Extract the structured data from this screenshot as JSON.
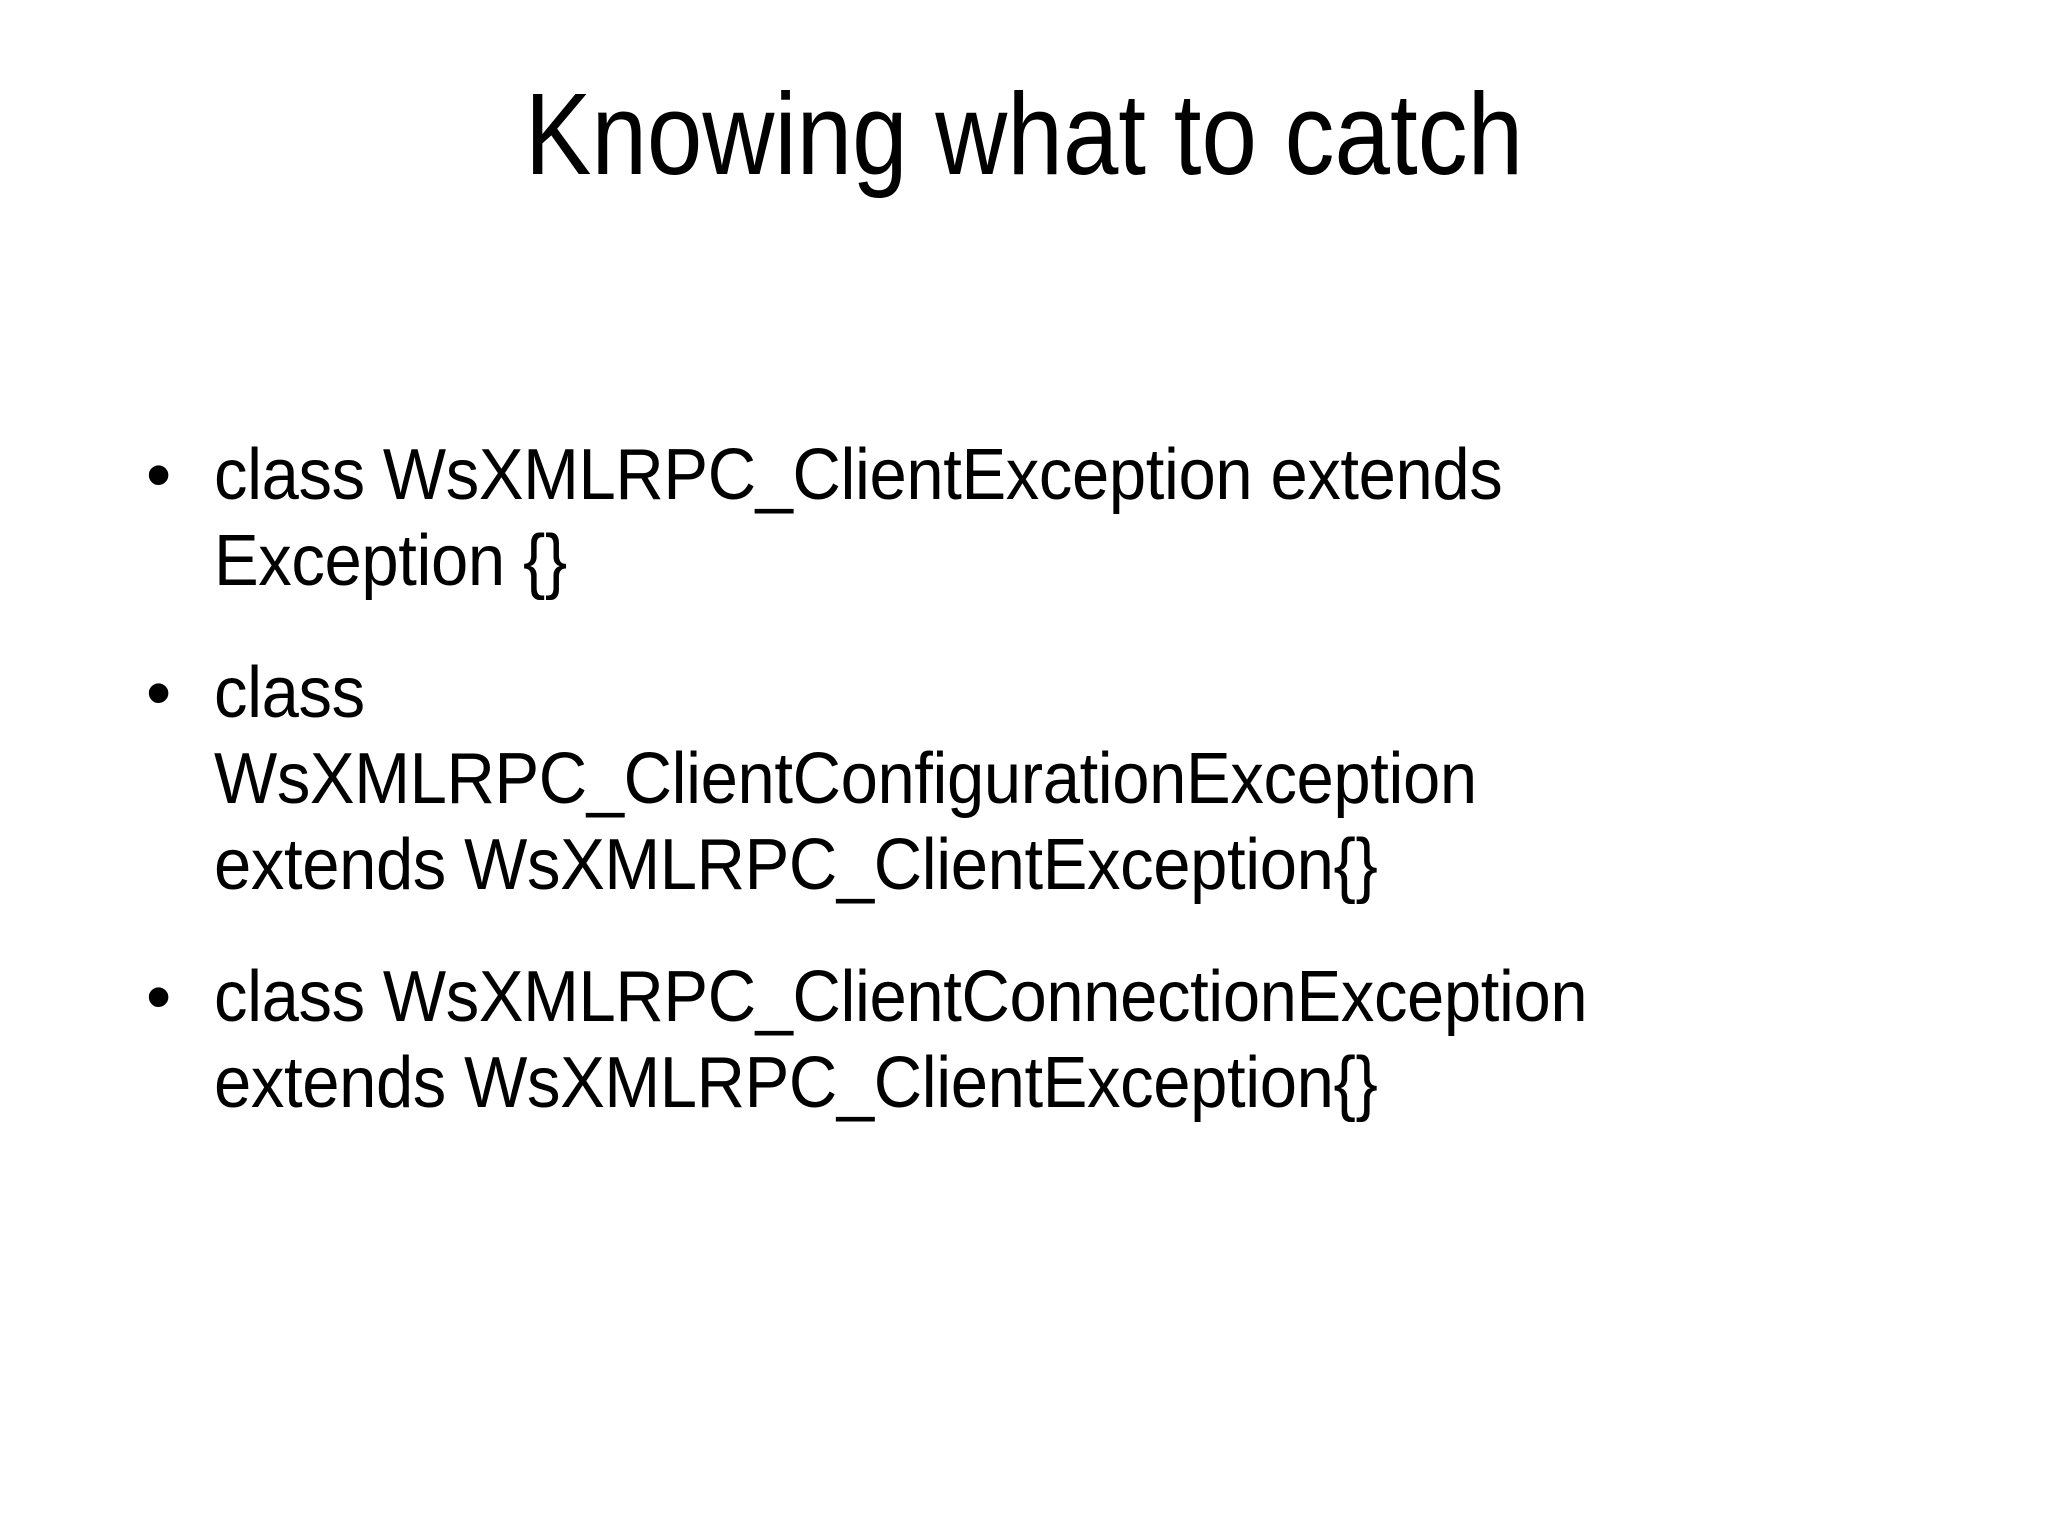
{
  "slide": {
    "title": "Knowing what to catch",
    "background_color": "#ffffff",
    "text_color": "#000000",
    "bullet_glyph": "•",
    "bullets": [
      {
        "lines": [
          "class WsXMLRPC_ClientException extends",
          "Exception {}"
        ]
      },
      {
        "lines": [
          "class",
          "WsXMLRPC_ClientConfigurationException",
          "extends WsXMLRPC_ClientException{}"
        ]
      },
      {
        "lines": [
          "class WsXMLRPC_ClientConnectionException",
          "extends WsXMLRPC_ClientException{}"
        ]
      }
    ]
  }
}
